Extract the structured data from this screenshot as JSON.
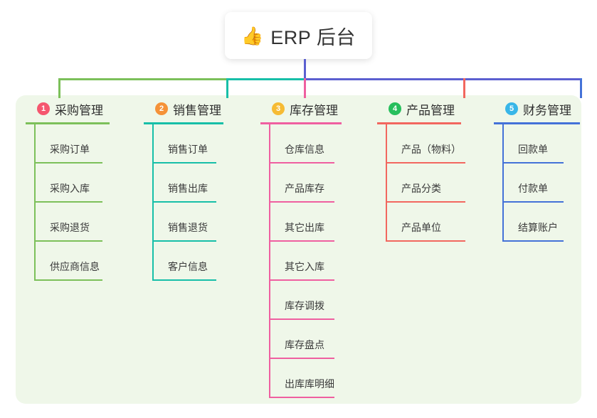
{
  "root": {
    "icon": "thumbs-up-icon",
    "icon_glyph": "👍",
    "title": "ERP 后台"
  },
  "canvas": {
    "panel_color": "#eff7e9",
    "background": "#ffffff"
  },
  "connector": {
    "trunk_color": "#5b5fd0",
    "bus_segments": [
      {
        "color": "#7cc05a"
      },
      {
        "color": "#17bfa8"
      },
      {
        "color": "#5b5fd0"
      }
    ]
  },
  "columns": [
    {
      "index": "1",
      "title": "采购管理",
      "badge_color": "#f5566e",
      "line_color": "#7cc05a",
      "leaf_width": 94,
      "items": [
        "采购订单",
        "采购入库",
        "采购退货",
        "供应商信息"
      ]
    },
    {
      "index": "2",
      "title": "销售管理",
      "badge_color": "#f59238",
      "line_color": "#17bfa8",
      "leaf_width": 88,
      "items": [
        "销售订单",
        "销售出库",
        "销售退货",
        "客户信息"
      ]
    },
    {
      "index": "3",
      "title": "库存管理",
      "badge_color": "#f6bb34",
      "line_color": "#ef5fa0",
      "leaf_width": 90,
      "items": [
        "仓库信息",
        "产品库存",
        "其它出库",
        "其它入库",
        "库存调拨",
        "库存盘点",
        "出库库明细"
      ]
    },
    {
      "index": "4",
      "title": "产品管理",
      "badge_color": "#27bf5d",
      "line_color": "#f2675f",
      "leaf_width": 110,
      "items": [
        "产品（物料）",
        "产品分类",
        "产品单位"
      ]
    },
    {
      "index": "5",
      "title": "财务管理",
      "badge_color": "#38b6e8",
      "line_color": "#4472d8",
      "leaf_width": 84,
      "items": [
        "回款单",
        "付款单",
        "结算账户"
      ]
    }
  ]
}
